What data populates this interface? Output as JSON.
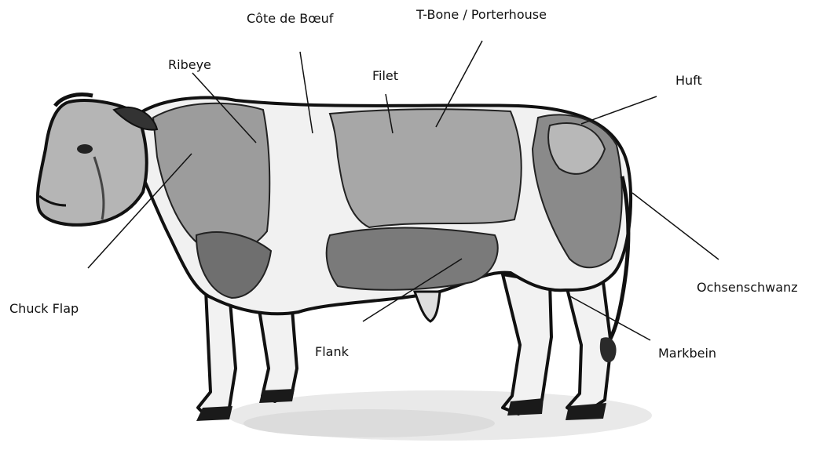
{
  "labels": {
    "cote_de_boeuf": "Côte de Bœuf",
    "t_bone": "T-Bone / Porterhouse",
    "ribeye": "Ribeye",
    "filet": "Filet",
    "huft": "Huft",
    "chuck_flap": "Chuck Flap",
    "flank": "Flank",
    "ochsenschwanz": "Ochsenschwanz",
    "markbein": "Markbein"
  }
}
